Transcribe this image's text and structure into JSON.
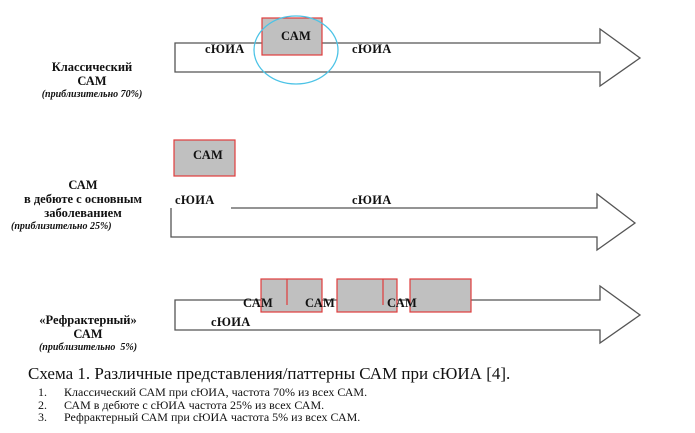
{
  "colors": {
    "event_fill": "#c0c0c0",
    "event_border": "#e03c3c",
    "highlight_ellipse": "#4cc3e6",
    "arrow_stroke": "#555555"
  },
  "rows": [
    {
      "label_lines": [
        "Классический",
        "САМ"
      ],
      "note": "(приблизительно 70%)",
      "timeline_labels": [
        "сЮИА",
        "сЮИА"
      ],
      "events": [
        "САМ"
      ],
      "highlighted": true
    },
    {
      "label_lines": [
        "САМ",
        "в дебюте с основным",
        "заболеванием"
      ],
      "note": "(приблизительно 25%)",
      "timeline_labels": [
        "сЮИА",
        "сЮИА"
      ],
      "events": [
        "САМ"
      ],
      "highlighted": false
    },
    {
      "label_lines": [
        "«Рефрактерный»",
        "САМ"
      ],
      "note": "(приблизительно  5%)",
      "timeline_labels": [
        "сЮИА"
      ],
      "events": [
        "САМ",
        "САМ",
        "САМ"
      ],
      "highlighted": false
    }
  ],
  "caption": {
    "title": "Схема 1. Различные представления/паттерны САМ при сЮИА [4].",
    "items": [
      {
        "num": "1.",
        "text": "Классический САМ при сЮИА, частота 70% из всех САМ."
      },
      {
        "num": "2.",
        "text": "САМ в дебюте с сЮИА частота 25% из всех САМ."
      },
      {
        "num": "3.",
        "text": "Рефрактерный САМ при сЮИА частота 5% из всех САМ."
      }
    ]
  }
}
